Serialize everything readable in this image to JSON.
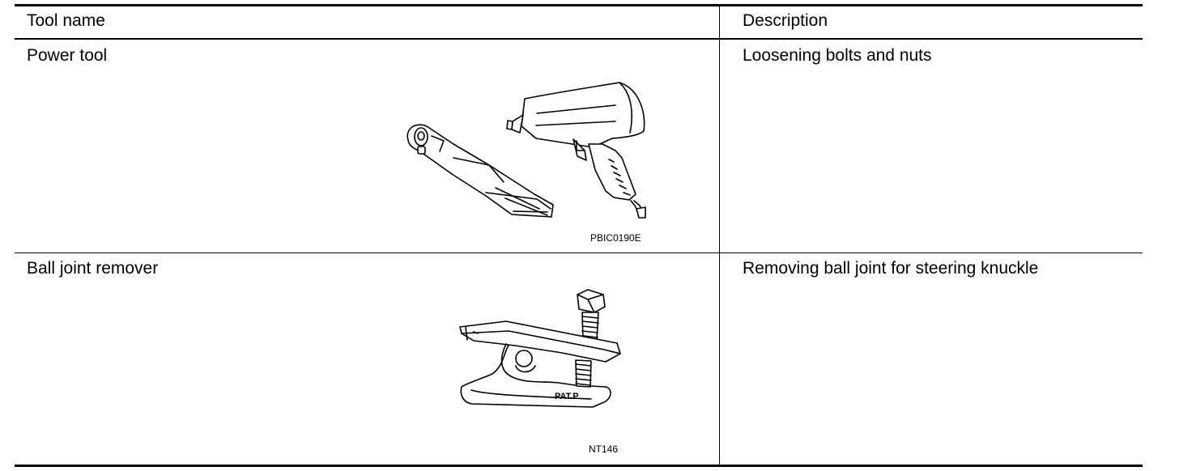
{
  "table": {
    "headers": {
      "tool_name": "Tool name",
      "description": "Description"
    },
    "rows": [
      {
        "tool_name": "Power tool",
        "description": "Loosening bolts and nuts",
        "figure_code": "PBIC0190E",
        "illustration": "power-tools-illustration"
      },
      {
        "tool_name": "Ball joint remover",
        "description": "Removing ball joint for steering knuckle",
        "figure_code": "NT146",
        "stamp_text": "PAT.P",
        "illustration": "ball-joint-remover-illustration"
      }
    ]
  }
}
